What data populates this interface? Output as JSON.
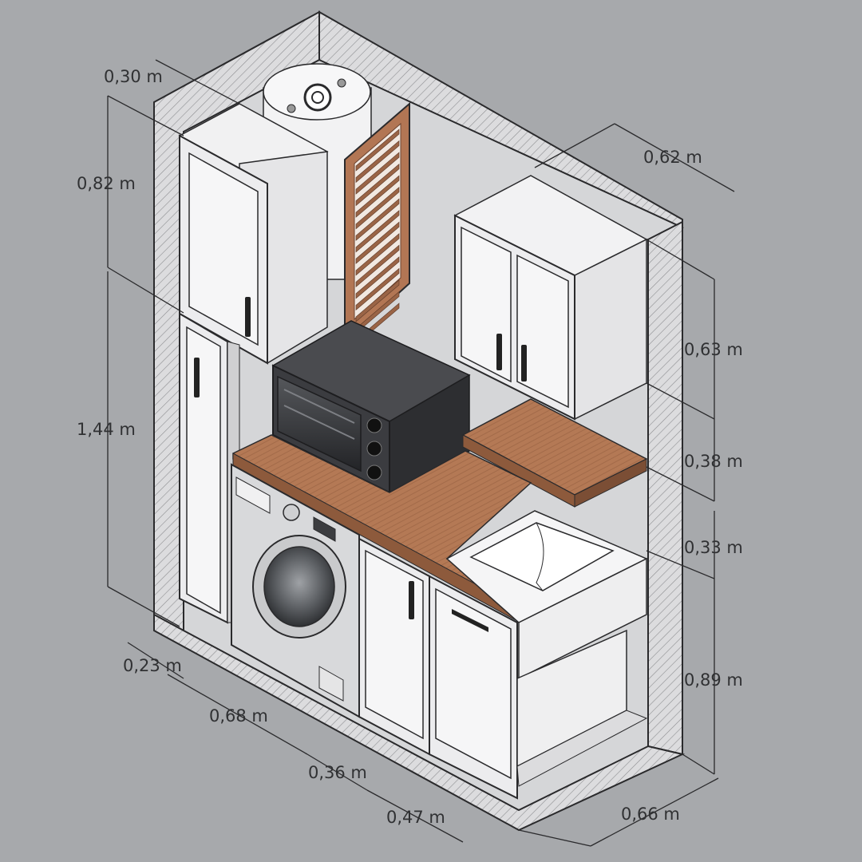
{
  "colors": {
    "background": "#a7a9ac",
    "wall": "#dadadc",
    "cabinet": "#e9e9eb",
    "cabinet_panel": "#f4f4f5",
    "outline": "#2a2a2c",
    "wood": "#b57a56",
    "wood_dark": "#8d5a3c",
    "oven": "#3a3b3e",
    "washer": "#d4d5d7"
  },
  "dimensions": {
    "top_depth": "0,30 m",
    "upper_height": "0,82 m",
    "tall_height": "1,44 m",
    "right_depth": "0,62 m",
    "wall_cabinet_height": "0,63 m",
    "shelf_gap": "0,38 m",
    "sink_gap": "0,33 m",
    "base_height": "0,89 m",
    "bottom_depth": "0,23 m",
    "washer_width": "0,68 m",
    "cabinet_width_1": "0,36 m",
    "cabinet_width_2": "0,47 m",
    "right_width": "0,66 m"
  }
}
